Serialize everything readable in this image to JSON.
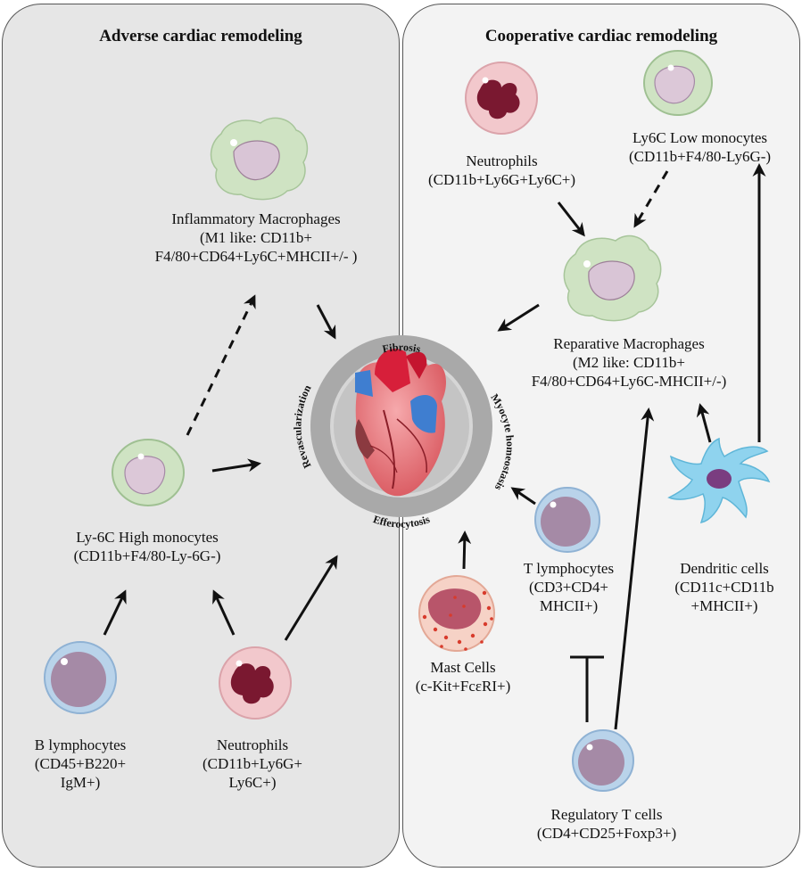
{
  "panels": {
    "left_title": "Adverse cardiac remodeling",
    "right_title": "Cooperative cardiac remodeling"
  },
  "center": {
    "top": "Fibrosis",
    "left": "Revascularization",
    "right": "Myocyte homeostasis",
    "bottom": "Efferocytosis"
  },
  "cells": {
    "inflammatory_macrophages": [
      "Inflammatory Macrophages",
      "(M1 like: CD11b+",
      "F4/80+CD64+Ly6C+MHCII+/- )"
    ],
    "ly6c_high_monocytes": [
      "Ly-6C High monocytes",
      "(CD11b+F4/80-Ly-6G-)"
    ],
    "b_lymphocytes": [
      "B lymphocytes",
      "(CD45+B220+",
      "IgM+)"
    ],
    "neutrophils_left": [
      "Neutrophils",
      "(CD11b+Ly6G+",
      "Ly6C+)"
    ],
    "neutrophils_right": [
      "Neutrophils",
      "(CD11b+Ly6G+Ly6C+)"
    ],
    "ly6c_low_monocytes": [
      "Ly6C Low monocytes",
      "(CD11b+F4/80-Ly6G-)"
    ],
    "reparative_macrophages": [
      "Reparative Macrophages",
      "(M2 like: CD11b+",
      "F4/80+CD64+Ly6C-MHCII+/-)"
    ],
    "t_lymphocytes": [
      "T lymphocytes",
      "(CD3+CD4+",
      "MHCII+)"
    ],
    "mast_cells": [
      "Mast Cells",
      "(c-Kit+FcεRI+)"
    ],
    "dendritic_cells": [
      "Dendritic cells",
      "(CD11c+CD11b",
      "+MHCII+)"
    ],
    "regulatory_t_cells": [
      "Regulatory T cells",
      "(CD4+CD25+Foxp3+)"
    ]
  },
  "colors": {
    "left_panel": "#e6e6e6",
    "right_panel": "#f3f3f3",
    "macrophage": "#cfe3c3",
    "monocyte": "#cfe3c3",
    "lymphocyte_outer": "#b9d3ea",
    "lymphocyte_nucleus": "#a58aa6",
    "neutrophil_body": "#f2c8cc",
    "neutrophil_nucleus": "#7a1830",
    "mast_body": "#f6d2c6",
    "dendritic": "#8fd3ee",
    "heart": "#e8787e",
    "ring": "#a9a9a9"
  }
}
